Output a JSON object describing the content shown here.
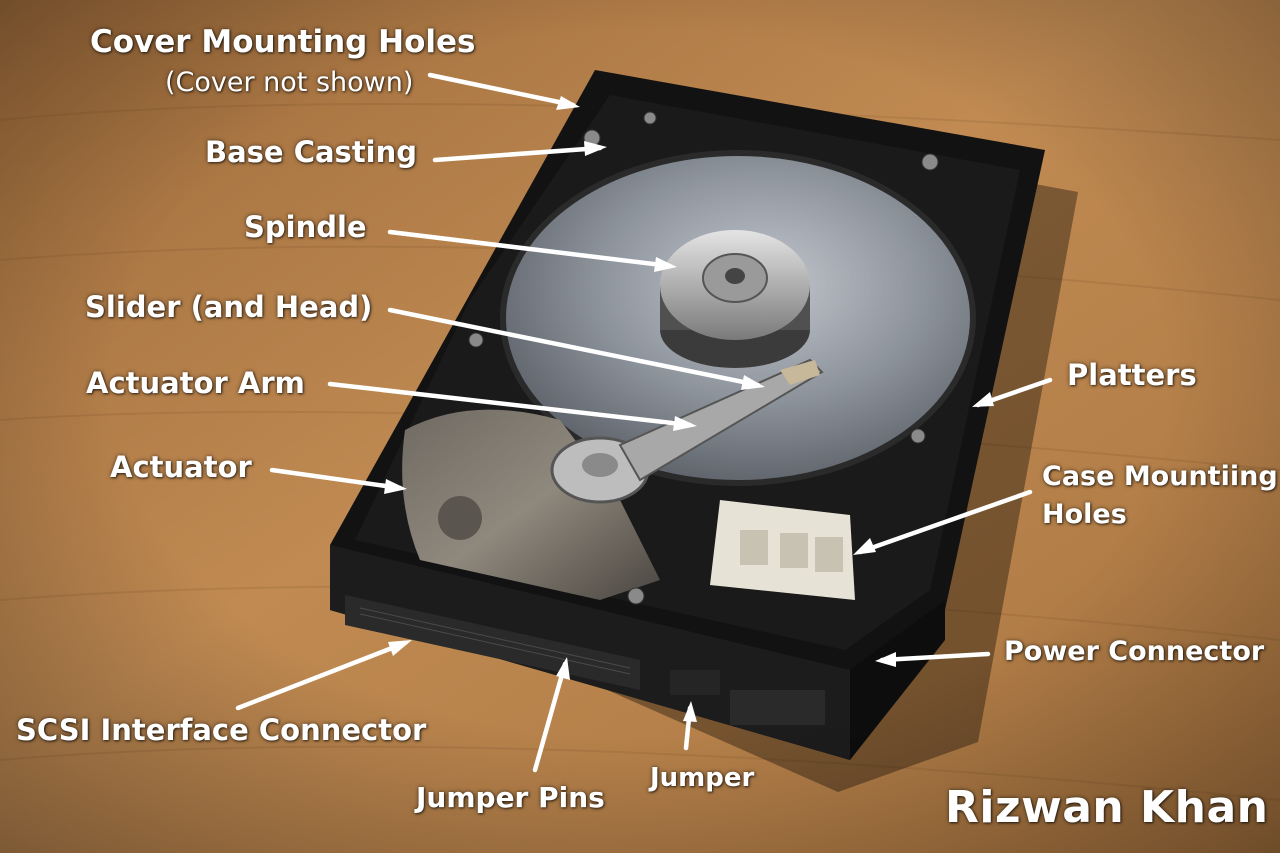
{
  "labels": {
    "cover_mounting_holes": "Cover Mounting Holes",
    "cover_not_shown": "(Cover not shown)",
    "base_casting": "Base Casting",
    "spindle": "Spindle",
    "slider_head": "Slider (and Head)",
    "actuator_arm": "Actuator Arm",
    "actuator": "Actuator",
    "platters": "Platters",
    "case_mounting_holes_line1": "Case Mountiing",
    "case_mounting_holes_line2": "Holes",
    "power_connector": "Power Connector",
    "scsi_interface_connector": "SCSI Interface Connector",
    "jumper_pins": "Jumper Pins",
    "jumper": "Jumper"
  },
  "signature": "Rizwan Khan",
  "colors": {
    "label_text": "#ffffff",
    "wood": "#b07a44",
    "drive_case": "#141414",
    "platter": "#8e949c"
  }
}
